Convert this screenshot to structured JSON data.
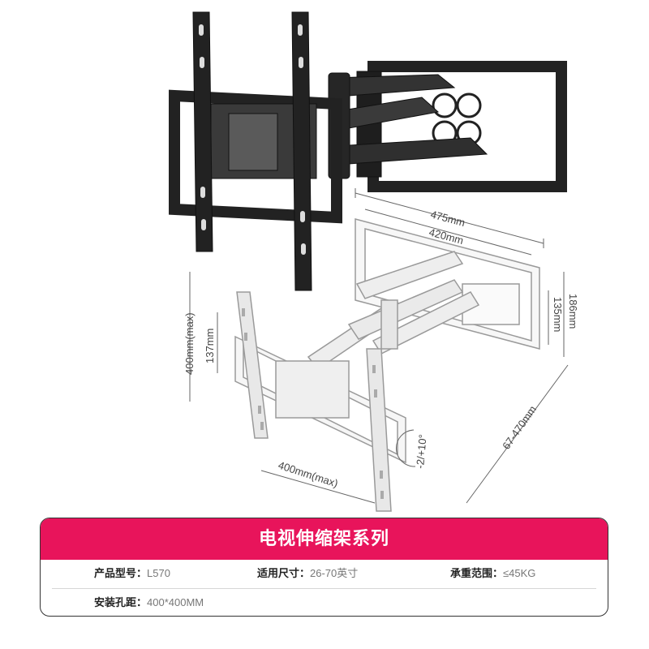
{
  "dimensions": {
    "outer_width": "475mm",
    "inner_width": "420mm",
    "outer_height": "186mm",
    "inner_height": "135mm",
    "max_vertical": "400mm(max)",
    "bracket_height": "137mm",
    "max_horizontal": "400mm(max)",
    "extension": "67-470mm",
    "tilt": "-2/+10°"
  },
  "spec_card": {
    "title": "电视伸缩架系列",
    "row1": [
      {
        "label": "产品型号：",
        "value": "L570"
      },
      {
        "label": "适用尺寸：",
        "value": "26-70英寸"
      },
      {
        "label": "承重范围：",
        "value": "≤45KG"
      }
    ],
    "row2": [
      {
        "label": "安装孔距：",
        "value": "400*400MM"
      }
    ]
  },
  "colors": {
    "header_bg": "#e8145b",
    "product_black": "#2a2a2a",
    "drawing_line": "#9a9a9a"
  }
}
